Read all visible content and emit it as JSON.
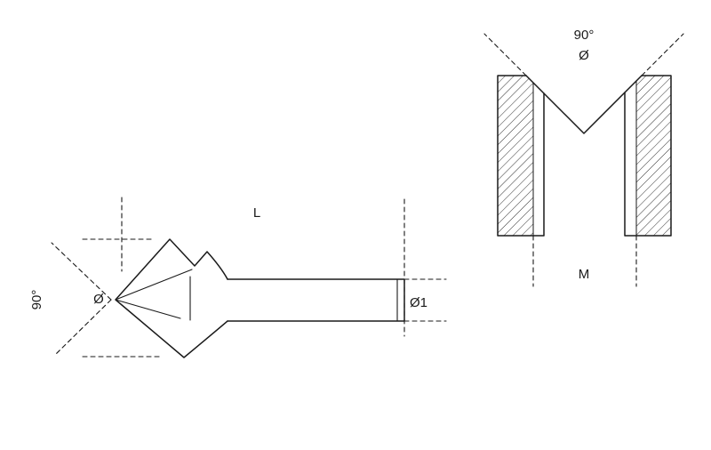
{
  "drawing": {
    "side_view": {
      "length_label": "L",
      "angle_label": "90°",
      "head_diameter_label": "Ø",
      "shank_diameter_label": "Ø1"
    },
    "section_view": {
      "angle_label": "90°",
      "countersink_diameter_label": "Ø",
      "thread_label": "M"
    }
  },
  "colors": {
    "line": "#1a1a1a",
    "background": "#ffffff"
  }
}
